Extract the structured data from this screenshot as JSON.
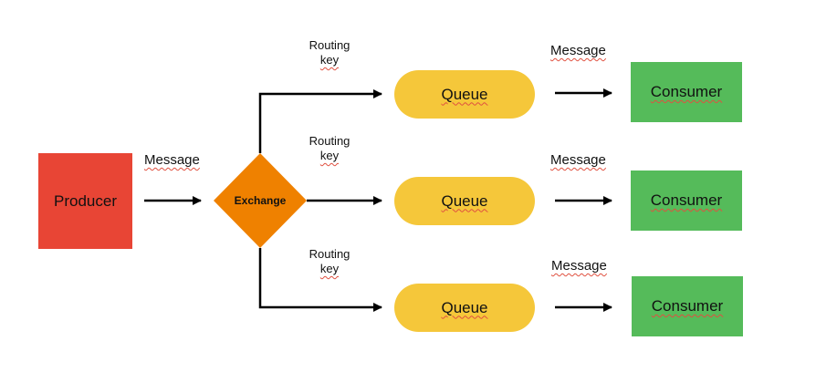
{
  "colors": {
    "producer": "#e84535",
    "exchange": "#ef8100",
    "queue": "#f5c73a",
    "consumer": "#55bb5a",
    "line": "#000000"
  },
  "producer": {
    "label": "Producer"
  },
  "exchange": {
    "label": "Exchange"
  },
  "producer_to_exchange": {
    "label": "Message"
  },
  "routes": [
    {
      "routing_key_line1": "Routing",
      "routing_key_line2": "key",
      "queue_label": "Queue",
      "message_label": "Message",
      "consumer_label": "Consumer"
    },
    {
      "routing_key_line1": "Routing",
      "routing_key_line2": "key",
      "queue_label": "Queue",
      "message_label": "Message",
      "consumer_label": "Consumer"
    },
    {
      "routing_key_line1": "Routing",
      "routing_key_line2": "key",
      "queue_label": "Queue",
      "message_label": "Message",
      "consumer_label": "Consumer"
    }
  ]
}
